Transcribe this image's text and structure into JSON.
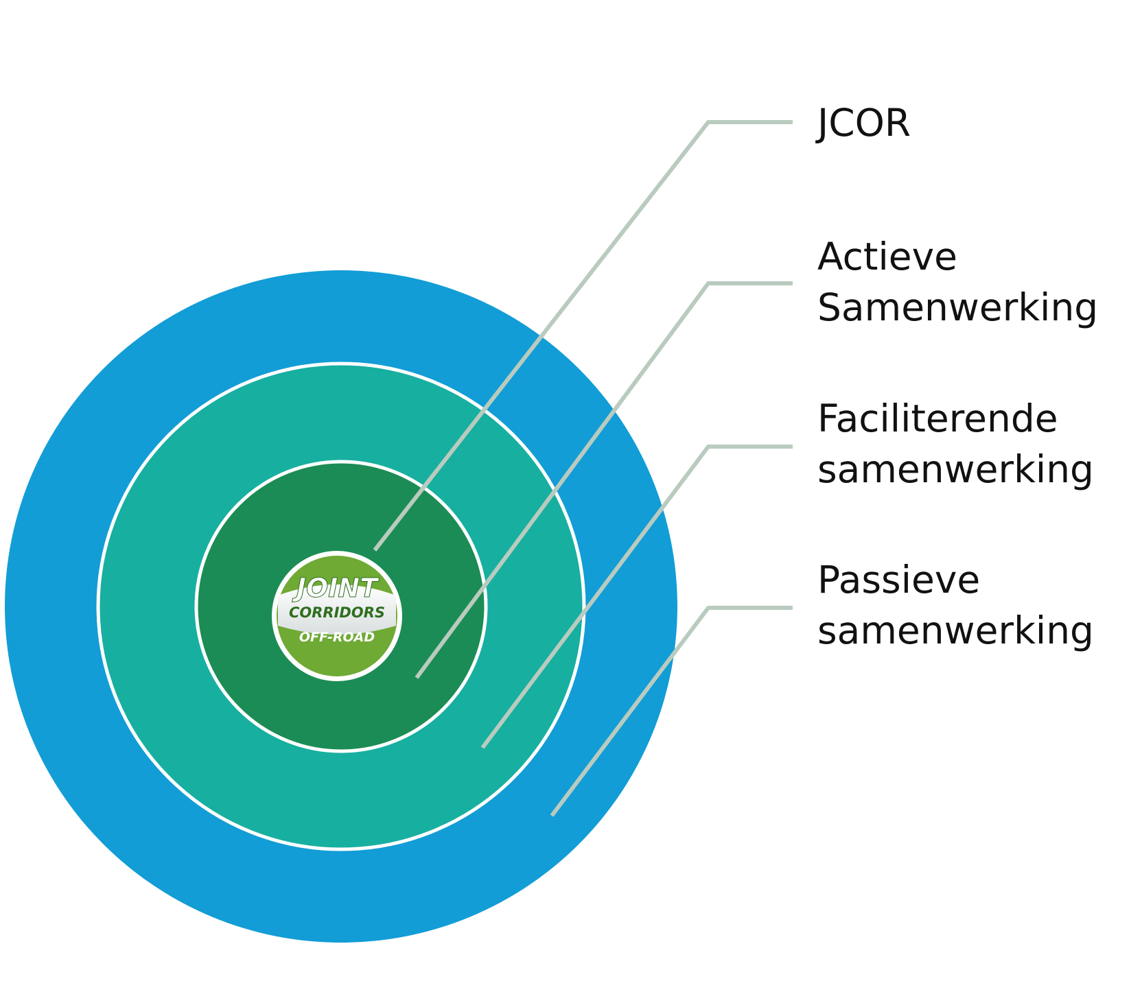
{
  "rings": [
    {
      "name": "Passieve samenwerking",
      "color": "#129DD6"
    },
    {
      "name": "Faciliterende samenwerking",
      "color": "#17AFA0"
    },
    {
      "name": "Actieve Samenwerking",
      "color": "#1B8C55"
    }
  ],
  "ring_border_color": "#FFFFFF",
  "leader_line_color": "#B9CBBF",
  "logo": {
    "line1": "JOINT",
    "line2": "CORRIDORS",
    "line3": "OFF-ROAD",
    "green": "#6FAA35",
    "dark_green": "#2E6E1E"
  },
  "labels": {
    "jcor": [
      "JCOR"
    ],
    "actief": [
      "Actieve",
      "Samenwerking"
    ],
    "facil": [
      "Faciliterende",
      "samenwerking"
    ],
    "passief": [
      "Passieve",
      "samenwerking"
    ]
  }
}
